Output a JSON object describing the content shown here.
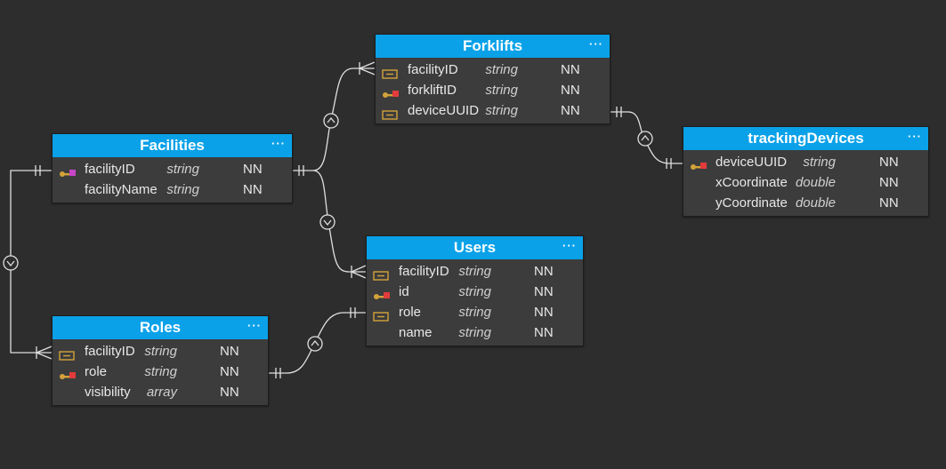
{
  "colors": {
    "background": "#2d2d2d",
    "entity_body": "#3c3c3c",
    "header": "#0aa1e8",
    "line": "#e0e0e0",
    "fk_icon": "#d3a33a",
    "pk_key": "#d3a33a",
    "pk_marker_facility": "#c844c8",
    "pk_marker_other": "#e23b3b"
  },
  "entities": {
    "forklifts": {
      "title": "Forklifts",
      "menu": "···",
      "fields": [
        {
          "name": "facilityID",
          "type": "string",
          "nn": "NN",
          "icon": "foreign-key-icon"
        },
        {
          "name": "forkliftID",
          "type": "string",
          "nn": "NN",
          "icon": "primary-key-icon"
        },
        {
          "name": "deviceUUID",
          "type": "string",
          "nn": "NN",
          "icon": "foreign-key-icon"
        }
      ]
    },
    "facilities": {
      "title": "Facilities",
      "menu": "···",
      "fields": [
        {
          "name": "facilityID",
          "type": "string",
          "nn": "NN",
          "icon": "primary-key-icon"
        },
        {
          "name": "facilityName",
          "type": "string",
          "nn": "NN",
          "icon": ""
        }
      ]
    },
    "trackingDevices": {
      "title": "trackingDevices",
      "menu": "···",
      "fields": [
        {
          "name": "deviceUUID",
          "type": "string",
          "nn": "NN",
          "icon": "primary-key-icon"
        },
        {
          "name": "xCoordinate",
          "type": "double",
          "nn": "NN",
          "icon": ""
        },
        {
          "name": "yCoordinate",
          "type": "double",
          "nn": "NN",
          "icon": ""
        }
      ]
    },
    "users": {
      "title": "Users",
      "menu": "···",
      "fields": [
        {
          "name": "facilityID",
          "type": "string",
          "nn": "NN",
          "icon": "foreign-key-icon"
        },
        {
          "name": "id",
          "type": "string",
          "nn": "NN",
          "icon": "primary-key-icon"
        },
        {
          "name": "role",
          "type": "string",
          "nn": "NN",
          "icon": "foreign-key-icon"
        },
        {
          "name": "name",
          "type": "string",
          "nn": "NN",
          "icon": ""
        }
      ]
    },
    "roles": {
      "title": "Roles",
      "menu": "···",
      "fields": [
        {
          "name": "facilityID",
          "type": "string",
          "nn": "NN",
          "icon": "foreign-key-icon"
        },
        {
          "name": "role",
          "type": "string",
          "nn": "NN",
          "icon": "primary-key-icon"
        },
        {
          "name": "visibility",
          "type": "array",
          "nn": "NN",
          "icon": ""
        }
      ]
    }
  },
  "relationships": [
    {
      "from": "facilities.facilityID",
      "to": "forklifts.facilityID",
      "from_end": "one-mandatory",
      "to_end": "many-mandatory",
      "optionality": "optional"
    },
    {
      "from": "facilities.facilityID",
      "to": "users.facilityID",
      "from_end": "one-mandatory",
      "to_end": "many-mandatory",
      "optionality": "optional"
    },
    {
      "from": "facilities.facilityID",
      "to": "roles.facilityID",
      "from_end": "one-mandatory",
      "to_end": "many-mandatory",
      "optionality": "optional"
    },
    {
      "from": "forklifts.deviceUUID",
      "to": "trackingDevices.deviceUUID",
      "from_end": "one-mandatory",
      "to_end": "one-mandatory",
      "optionality": "optional"
    },
    {
      "from": "roles.role",
      "to": "users.role",
      "from_end": "one-mandatory",
      "to_end": "one-mandatory",
      "optionality": "optional"
    }
  ]
}
